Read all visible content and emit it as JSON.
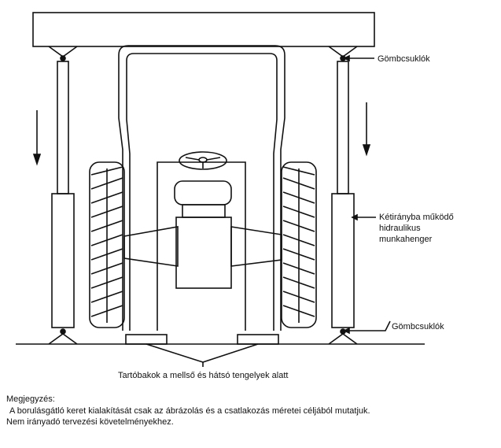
{
  "labels": {
    "joint_top": "Gömbcsuklók",
    "cylinder_line1": "Kétirányba működő",
    "cylinder_line2": "hidraulikus",
    "cylinder_line3": "munkahenger",
    "joint_bottom": "Gömbcsuklók",
    "supports": "Tartóbakok a  mellső  és hátsó tengelyek alatt"
  },
  "note": {
    "heading": "Megjegyzés:",
    "line1": "A borulásgátló keret kialakítását csak az ábrázolás és a csatlakozás méretei céljából mutatjuk.",
    "line2": "Nem irányadó tervezési követelményekhez."
  }
}
